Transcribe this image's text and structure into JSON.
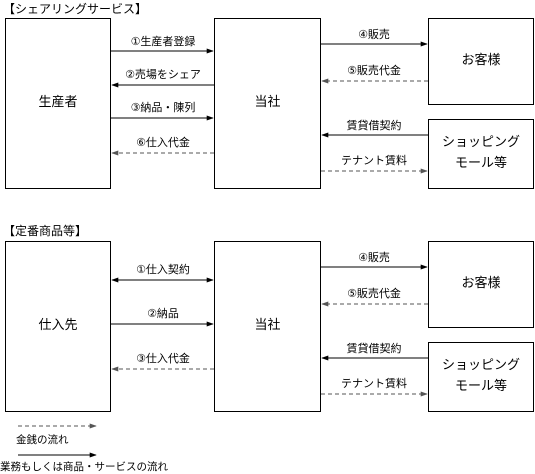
{
  "sections": [
    {
      "title": "【シェアリングサービス】",
      "left_box": "生産者",
      "center_box": "当社",
      "right_top_box": "お客様",
      "right_bottom_box_line1": "ショッピング",
      "right_bottom_box_line2": "モール等",
      "left_arrows": [
        "①生産者登録",
        "②売場をシェア",
        "③納品・陳列",
        "⑥仕入代金"
      ],
      "right_arrows": [
        "④販売",
        "⑤販売代金",
        "賃貸借契約",
        "テナント賃料"
      ]
    },
    {
      "title": "【定番商品等】",
      "left_box": "仕入先",
      "center_box": "当社",
      "right_top_box": "お客様",
      "right_bottom_box_line1": "ショッピング",
      "right_bottom_box_line2": "モール等",
      "left_arrows": [
        "①仕入契約",
        "②納品",
        "③仕入代金"
      ],
      "right_arrows": [
        "④販売",
        "⑤販売代金",
        "賃貸借契約",
        "テナント賃料"
      ]
    }
  ],
  "legend": {
    "money_flow": "金銭の流れ",
    "business_flow": "業務もしくは商品・サービスの流れ"
  }
}
